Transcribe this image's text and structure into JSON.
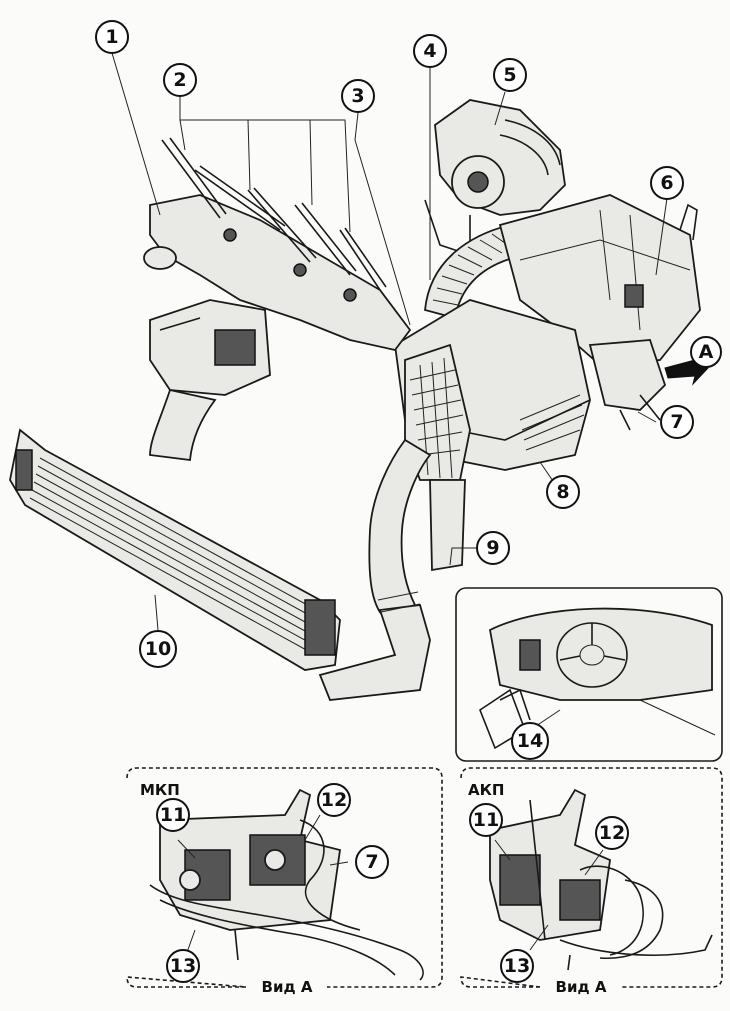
{
  "callouts": [
    {
      "id": 1,
      "label": "1"
    },
    {
      "id": 2,
      "label": "2"
    },
    {
      "id": 3,
      "label": "3"
    },
    {
      "id": 4,
      "label": "4"
    },
    {
      "id": 5,
      "label": "5"
    },
    {
      "id": 6,
      "label": "6"
    },
    {
      "id": 7,
      "label": "7"
    },
    {
      "id": 8,
      "label": "8"
    },
    {
      "id": 9,
      "label": "9"
    },
    {
      "id": 10,
      "label": "10"
    },
    {
      "id": 11,
      "label": "11"
    },
    {
      "id": 12,
      "label": "12"
    },
    {
      "id": 13,
      "label": "13"
    },
    {
      "id": 14,
      "label": "14"
    }
  ],
  "view_marker": "A",
  "insets": {
    "manual": {
      "title": "МКП",
      "caption": "Вид А",
      "labels": [
        "11",
        "12",
        "7",
        "13"
      ]
    },
    "automatic": {
      "title": "АКП",
      "caption": "Вид А",
      "labels": [
        "11",
        "12",
        "13"
      ]
    }
  },
  "colors": {
    "line": "#1a1a1a",
    "part_fill": "#e9e9e6",
    "background": "#fbfbfa"
  }
}
